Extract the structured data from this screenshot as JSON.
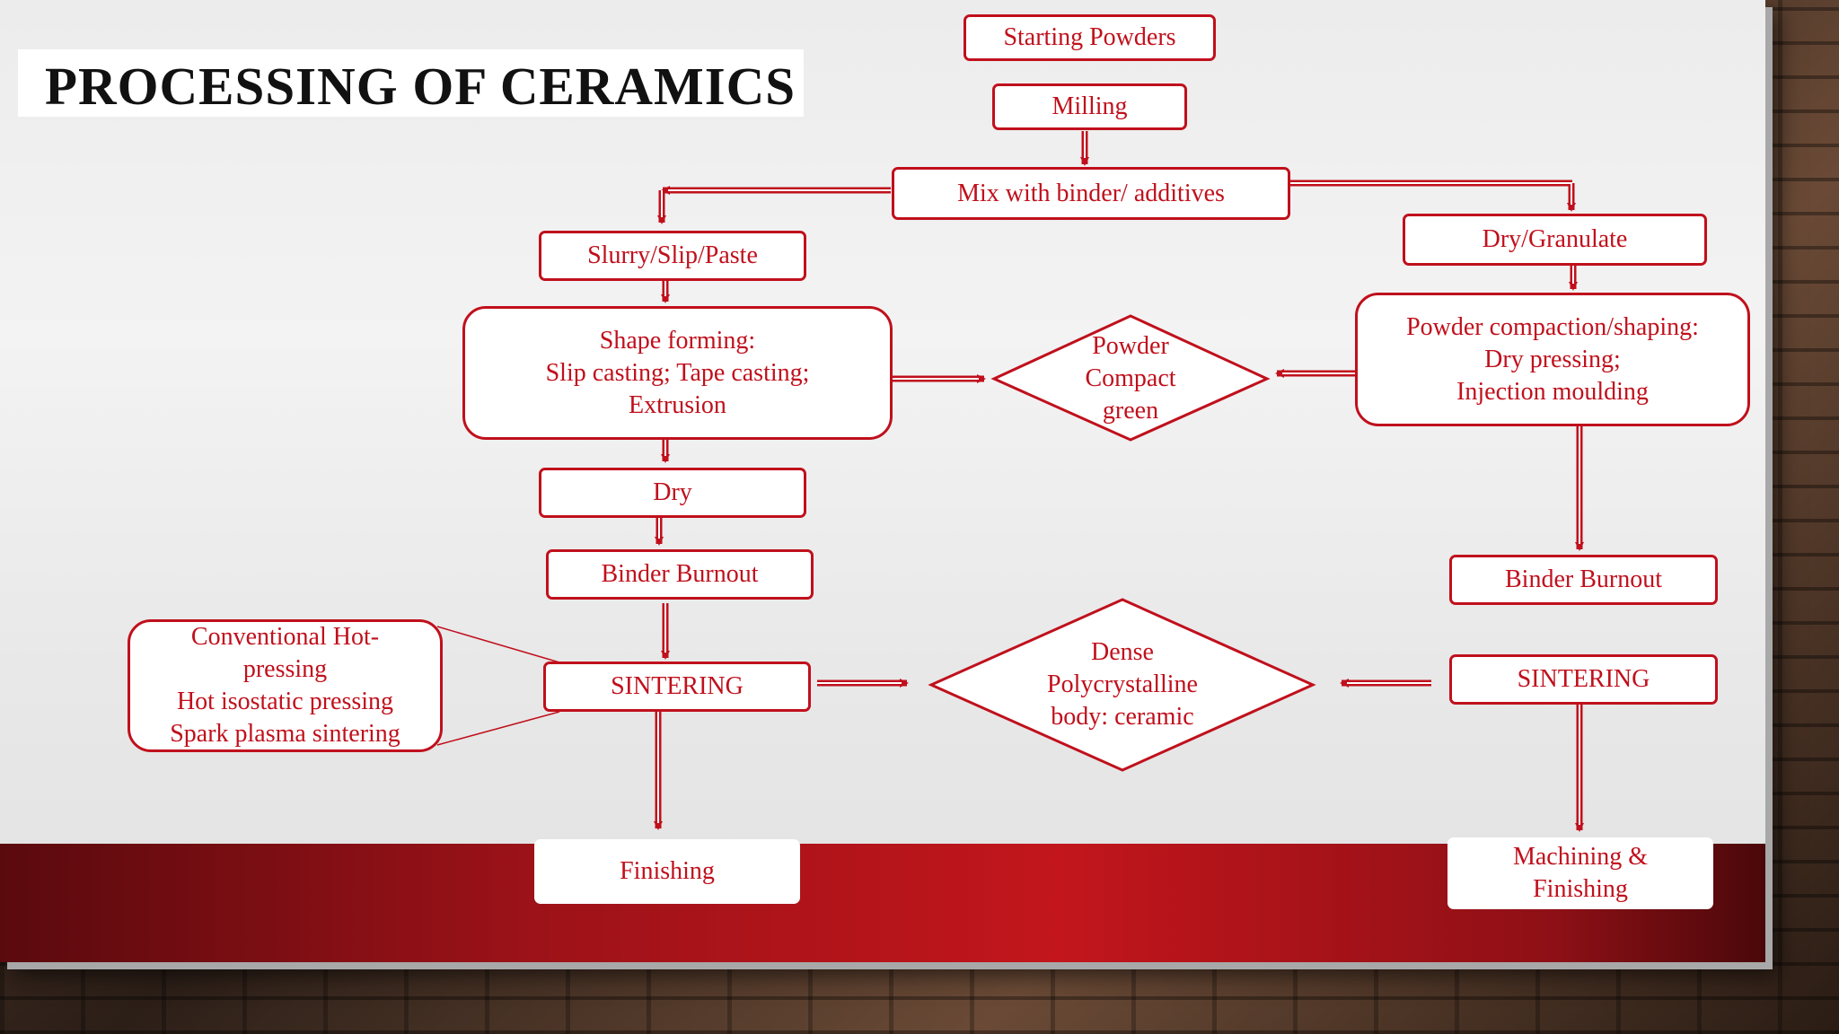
{
  "title": "PROCESSING OF CERAMICS",
  "colors": {
    "accent": "#c0101c",
    "band": "#b5141b",
    "slide": "#efefef"
  },
  "nodes": {
    "starting_powders": "Starting Powders",
    "milling": "Milling",
    "mix": "Mix with binder/ additives",
    "slurry": "Slurry/Slip/Paste",
    "dry_granulate": "Dry/Granulate",
    "shape_forming": "Shape forming:\nSlip casting; Tape casting;\nExtrusion",
    "powder_compact": "Powder\nCompact\ngreen",
    "powder_compaction": "Powder compaction/shaping:\nDry pressing;\nInjection moulding",
    "dry": "Dry",
    "binder_burnout_left": "Binder Burnout",
    "binder_burnout_right": "Binder Burnout",
    "sintering_methods": "Conventional  Hot-\npressing\nHot isostatic pressing\nSpark plasma sintering",
    "sintering_left": "SINTERING",
    "sintering_right": "SINTERING",
    "dense_body": "Dense\nPolycrystalline\nbody: ceramic",
    "finishing": "Finishing",
    "machining_finishing": "Machining &\nFinishing"
  }
}
